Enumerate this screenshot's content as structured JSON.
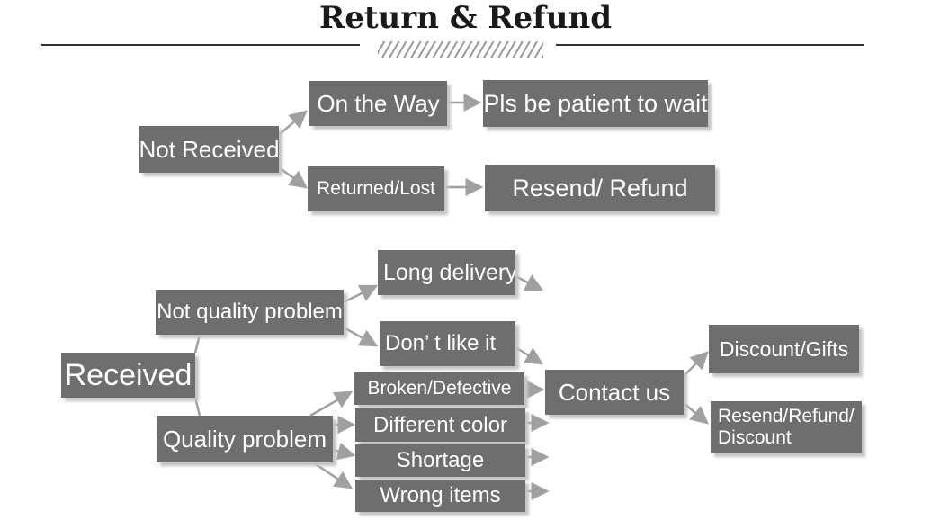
{
  "header": {
    "title": "Return & Refund"
  },
  "nodes": {
    "not_received": "Not Received",
    "on_the_way": "On the Way",
    "pls_wait": "Pls be patient to wait",
    "returned_lost": "Returned/Lost",
    "resend_refund": "Resend/ Refund",
    "received": "Received",
    "not_quality_problem": "Not quality problem",
    "long_delivery": "Long delivery",
    "dont_like_it": "Don’  t like it",
    "quality_problem": "Quality problem",
    "broken_defective": "Broken/Defective",
    "different_color": "Different color",
    "shortage": "Shortage",
    "wrong_items": "Wrong items",
    "contact_us": "Contact us",
    "discount_gifts": "Discount/Gifts",
    "resend_refund_discount": "Resend/Refund/ Discount"
  },
  "colors": {
    "box": "#6e6e6e",
    "text": "#ffffff",
    "arrow": "#a0a0a0",
    "shadow": "#c4c4c4"
  }
}
